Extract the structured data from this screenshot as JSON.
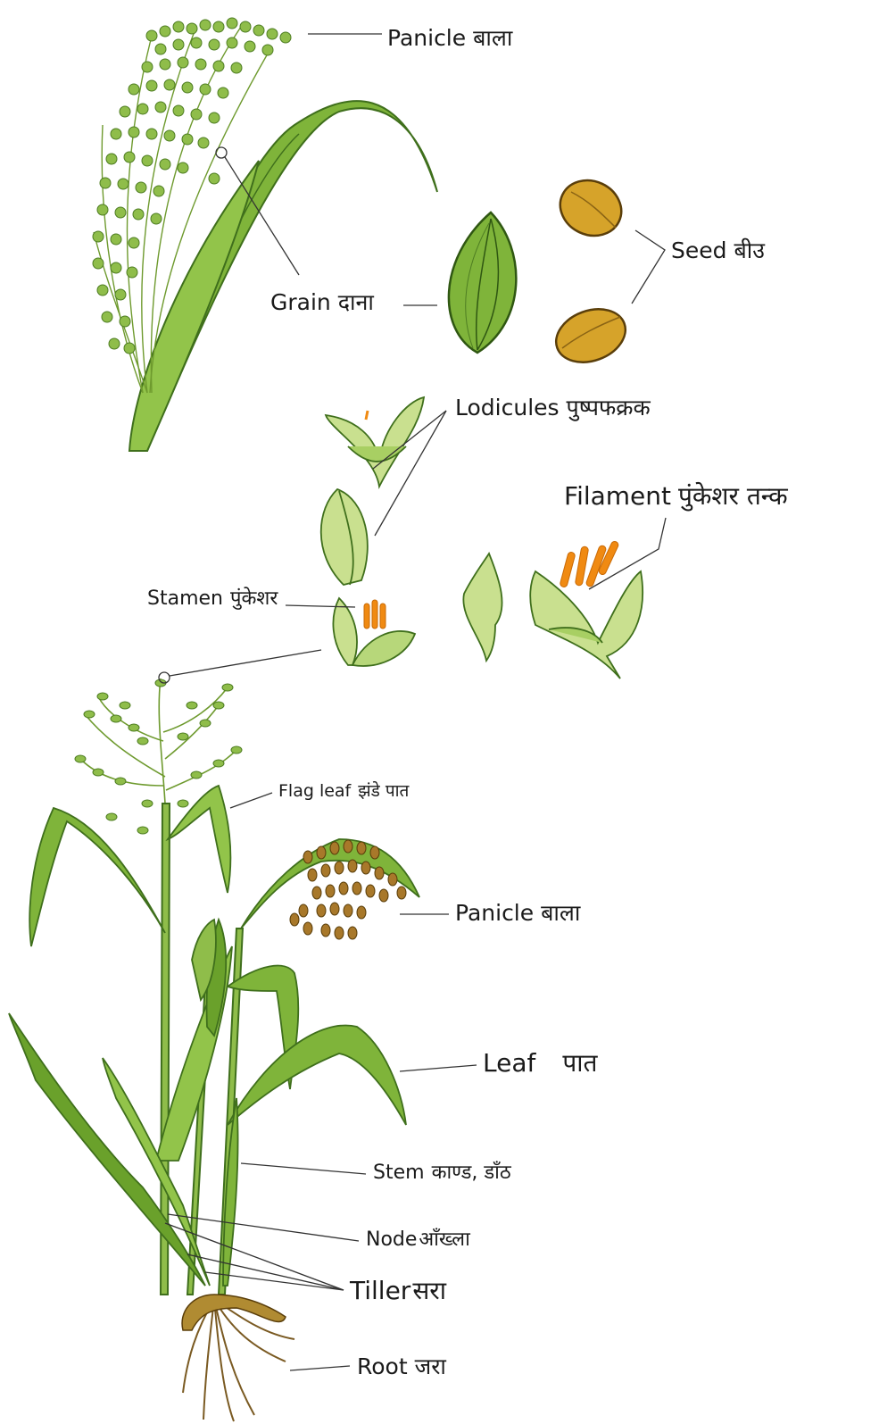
{
  "labels": {
    "panicle_top": {
      "en": "Panicle",
      "np": "बाला"
    },
    "grain": {
      "en": "Grain",
      "np": "दाना"
    },
    "seed": {
      "en": "Seed",
      "np": "बीउ"
    },
    "lodicules": {
      "en": "Lodicules",
      "np": "पुष्पफक्रक"
    },
    "filament": {
      "en": "Filament",
      "np": "पुंकेशर तन्क"
    },
    "stamen": {
      "en": "Stamen",
      "np": "पुंकेशर"
    },
    "flag_leaf": {
      "en": "Flag leaf",
      "np": "झंडे पात"
    },
    "panicle_plant": {
      "en": "Panicle",
      "np": "बाला"
    },
    "leaf": {
      "en": "Leaf",
      "np": "पात"
    },
    "stem": {
      "en": "Stem",
      "np": "काण्ड, डाँठ"
    },
    "node": {
      "en": "Node",
      "np": "आँख्ला"
    },
    "tiller": {
      "en": "Tiller",
      "np": "सरा"
    },
    "root": {
      "en": "Root",
      "np": "जरा"
    }
  },
  "colors": {
    "leaf_green": "#7fb43a",
    "leaf_dark": "#3f6f1c",
    "light_green": "#c9e08f",
    "seed_gold": "#d6a32a",
    "anther_orange": "#f08a12",
    "panicle_brown": "#a8782a",
    "root_brown": "#7a5a22",
    "line": "#333333"
  }
}
